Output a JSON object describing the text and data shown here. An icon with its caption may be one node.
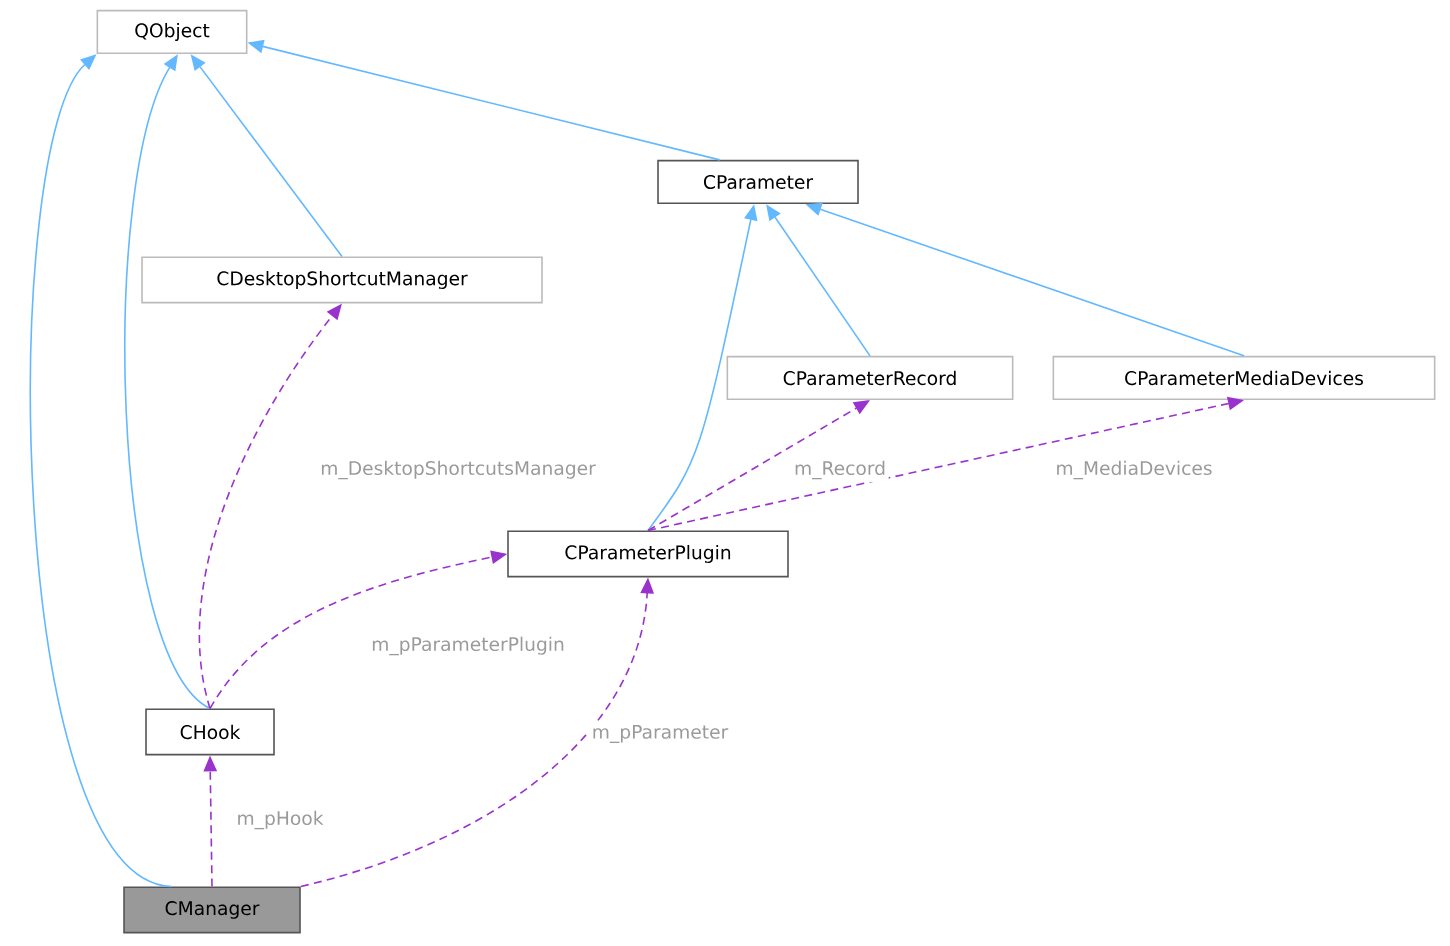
{
  "diagram": {
    "nodes": [
      {
        "text": [
          "QObject"
        ]
      },
      {
        "text": [
          "CParameter"
        ]
      },
      {
        "text": [
          "CDesktopShortcutManager"
        ]
      },
      {
        "text": [
          "CParameterRecord"
        ]
      },
      {
        "text": [
          "CParameterMediaDevices"
        ]
      },
      {
        "text": [
          "CParameterPlugin"
        ]
      },
      {
        "text": [
          "CHook"
        ]
      },
      {
        "text": [
          "CManager"
        ]
      }
    ],
    "edges": [
      {
        "from": 7,
        "to": 0,
        "arrow": "to"
      },
      {
        "from": 6,
        "to": 0,
        "arrow": "to"
      },
      {
        "from": 2,
        "to": 0,
        "arrow": "to"
      },
      {
        "from": 1,
        "to": 0,
        "arrow": "to"
      },
      {
        "from": 3,
        "to": 1,
        "arrow": "to"
      },
      {
        "from": 4,
        "to": 1,
        "arrow": "to"
      },
      {
        "from": 5,
        "to": 1,
        "arrow": "to"
      },
      {
        "from": 6,
        "to": 2,
        "arrow": "to",
        "label": "m_DesktopShortcutsManager",
        "style": "dashed",
        "color": "#9a32cd"
      },
      {
        "from": 6,
        "to": 5,
        "arrow": "to",
        "label": "m_pParameterPlugin",
        "style": "dashed",
        "color": "#9a32cd"
      },
      {
        "from": 5,
        "to": 3,
        "arrow": "to",
        "label": "m_Record",
        "style": "dashed",
        "color": "#9a32cd"
      },
      {
        "from": 5,
        "to": 4,
        "arrow": "to",
        "label": "m_MediaDevices",
        "style": "dashed",
        "color": "#9a32cd"
      },
      {
        "from": 7,
        "to": 6,
        "arrow": "to",
        "label": "m_pHook",
        "style": "dashed",
        "color": "#9a32cd"
      },
      {
        "from": 7,
        "to": 5,
        "arrow": "to",
        "label": "m_pParameter",
        "style": "dashed",
        "color": "#9a32cd"
      }
    ]
  }
}
